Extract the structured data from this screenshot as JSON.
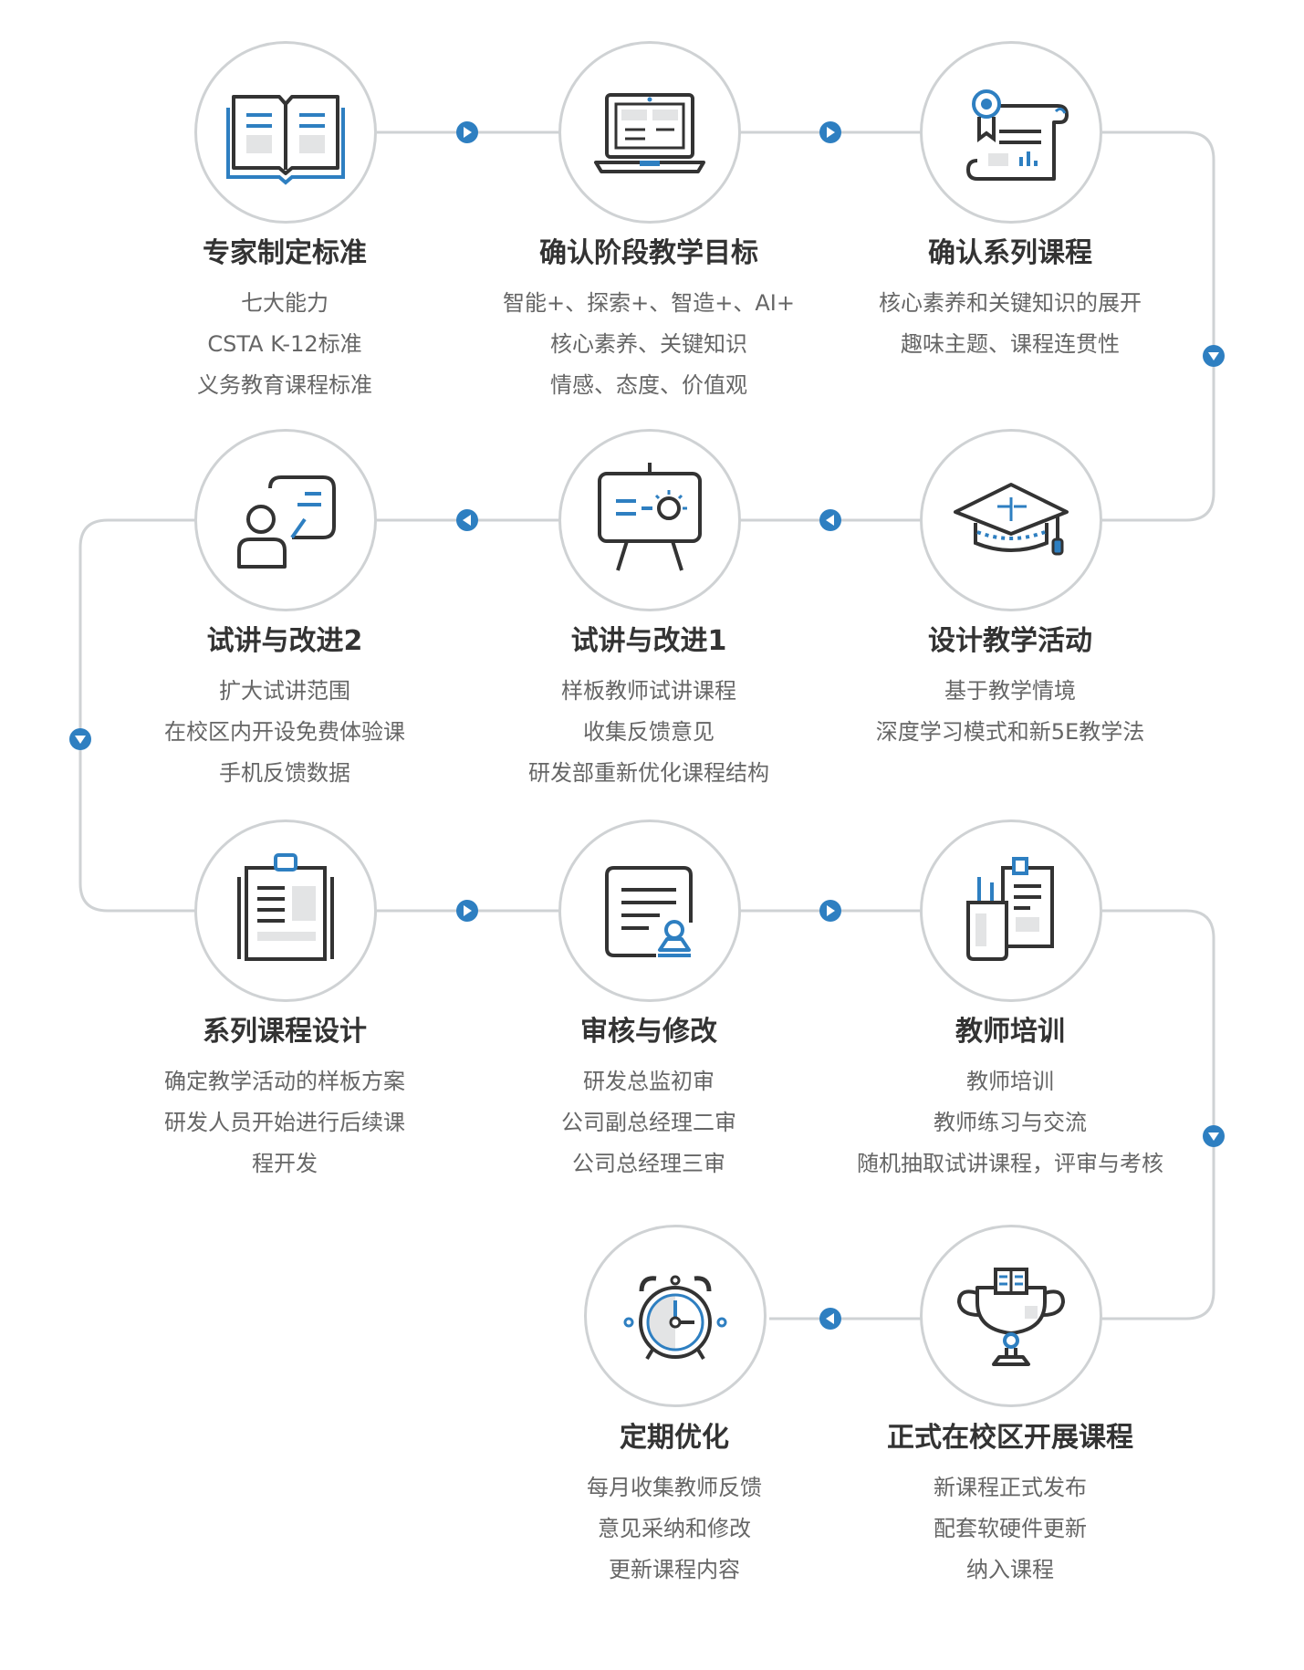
{
  "accent_color": "#2e7fc1",
  "line_color": "#cfd2d4",
  "steps": [
    {
      "title": "专家制定标准",
      "lines": [
        "七大能力",
        "CSTA K-12标准",
        "义务教育课程标准"
      ],
      "icon": "open-book-icon"
    },
    {
      "title": "确认阶段教学目标",
      "lines": [
        "智能+、探索+、智造+、AI+",
        "核心素养、关键知识",
        "情感、态度、价值观"
      ],
      "icon": "laptop-icon"
    },
    {
      "title": "确认系列课程",
      "lines": [
        "核心素养和关键知识的展开",
        "趣味主题、课程连贯性"
      ],
      "icon": "certificate-scroll-icon"
    },
    {
      "title": "设计教学活动",
      "lines": [
        "基于教学情境",
        "深度学习模式和新5E教学法"
      ],
      "icon": "graduation-cap-icon"
    },
    {
      "title": "试讲与改进1",
      "lines": [
        "样板教师试讲课程",
        "收集反馈意见",
        "研发部重新优化课程结构"
      ],
      "icon": "easel-board-icon"
    },
    {
      "title": "试讲与改进2",
      "lines": [
        "扩大试讲范围",
        "在校区内开设免费体验课",
        "手机反馈数据"
      ],
      "icon": "teacher-board-icon"
    },
    {
      "title": "系列课程设计",
      "lines": [
        "确定教学活动的样板方案",
        "研发人员开始进行后续课",
        "程开发"
      ],
      "icon": "clipboard-icon"
    },
    {
      "title": "审核与修改",
      "lines": [
        "研发总监初审",
        "公司副总经理二审",
        "公司总经理三审"
      ],
      "icon": "document-stamp-icon"
    },
    {
      "title": "教师培训",
      "lines": [
        "教师培训",
        "教师练习与交流",
        "随机抽取试讲课程，评审与考核"
      ],
      "icon": "pencil-cup-notebook-icon"
    },
    {
      "title": "正式在校区开展课程",
      "lines": [
        "新课程正式发布",
        "配套软硬件更新",
        "纳入课程"
      ],
      "icon": "trophy-book-icon"
    },
    {
      "title": "定期优化",
      "lines": [
        "每月收集教师反馈",
        "意见采纳和修改",
        "更新课程内容"
      ],
      "icon": "alarm-clock-icon"
    }
  ]
}
